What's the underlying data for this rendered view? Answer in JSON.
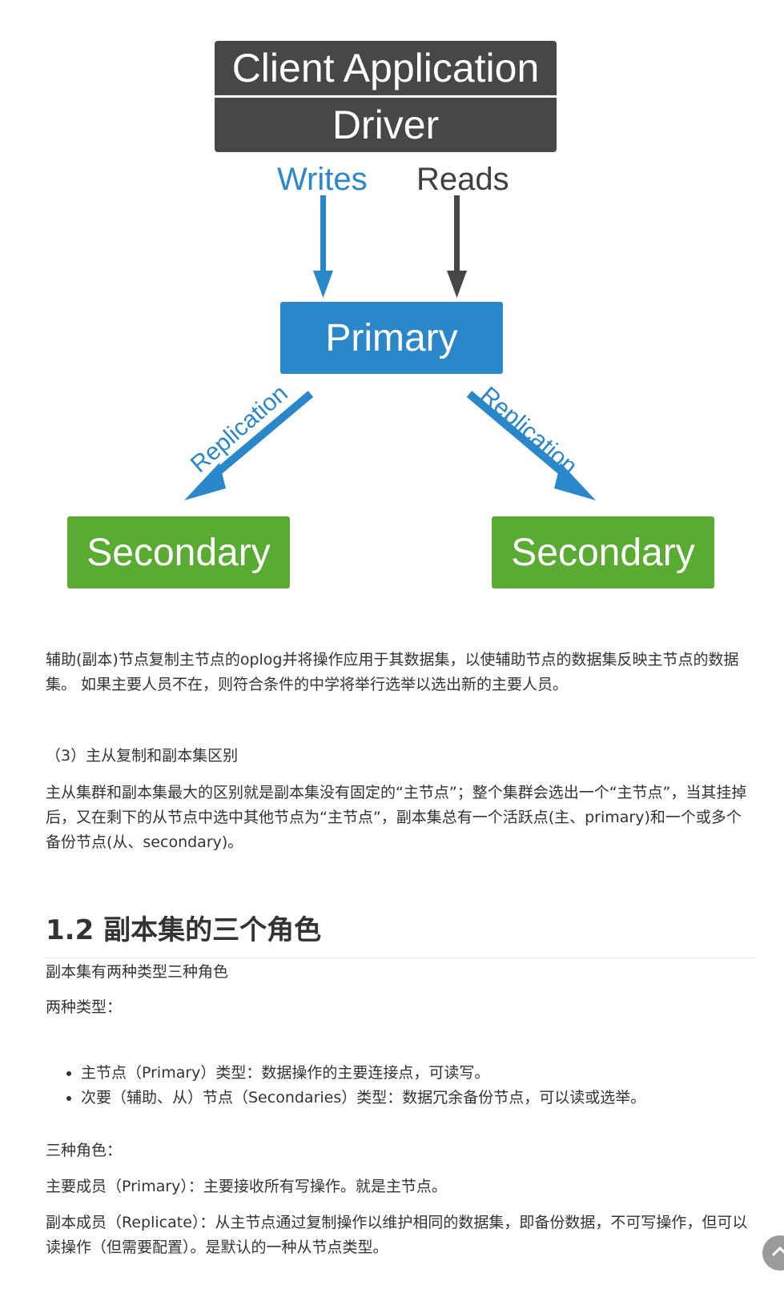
{
  "diagram": {
    "client_app": "Client Application",
    "driver": "Driver",
    "writes": "Writes",
    "reads": "Reads",
    "primary": "Primary",
    "replication_left": "Replication",
    "replication_right": "Replication",
    "secondary_left": "Secondary",
    "secondary_right": "Secondary",
    "colors": {
      "dark": "#474747",
      "blue": "#2a87c9",
      "green": "#5aab32"
    }
  },
  "para1": "辅助(副本)节点复制主节点的oplog并将操作应用于其数据集，以使辅助节点的数据集反映主节点的数据集。 如果主要人员不在，则符合条件的中学将举行选举以选出新的主要人员。",
  "section3_heading": "（3）主从复制和副本集区别",
  "para2": "主从集群和副本集最大的区别就是副本集没有固定的“主节点”；整个集群会选出一个“主节点”，当其挂掉后，又在剩下的从节点中选中其他节点为“主节点”，副本集总有一个活跃点(主、primary)和一个或多个备份节点(从、secondary)。",
  "h2": "1.2 副本集的三个角色",
  "para3": "副本集有两种类型三种角色",
  "two_types_label": "两种类型：",
  "bullets": [
    "主节点（Primary）类型：数据操作的主要连接点，可读写。",
    "次要（辅助、从）节点（Secondaries）类型：数据冗余备份节点，可以读或选举。"
  ],
  "three_roles_label": "三种角色：",
  "role_primary": "主要成员（Primary）：主要接收所有写操作。就是主节点。",
  "role_replicate": "副本成员（Replicate）：从主节点通过复制操作以维护相同的数据集，即备份数据，不可写操作，但可以读操作（但需要配置）。是默认的一种从节点类型。",
  "scroll_top_icon": "chevron-up-icon"
}
